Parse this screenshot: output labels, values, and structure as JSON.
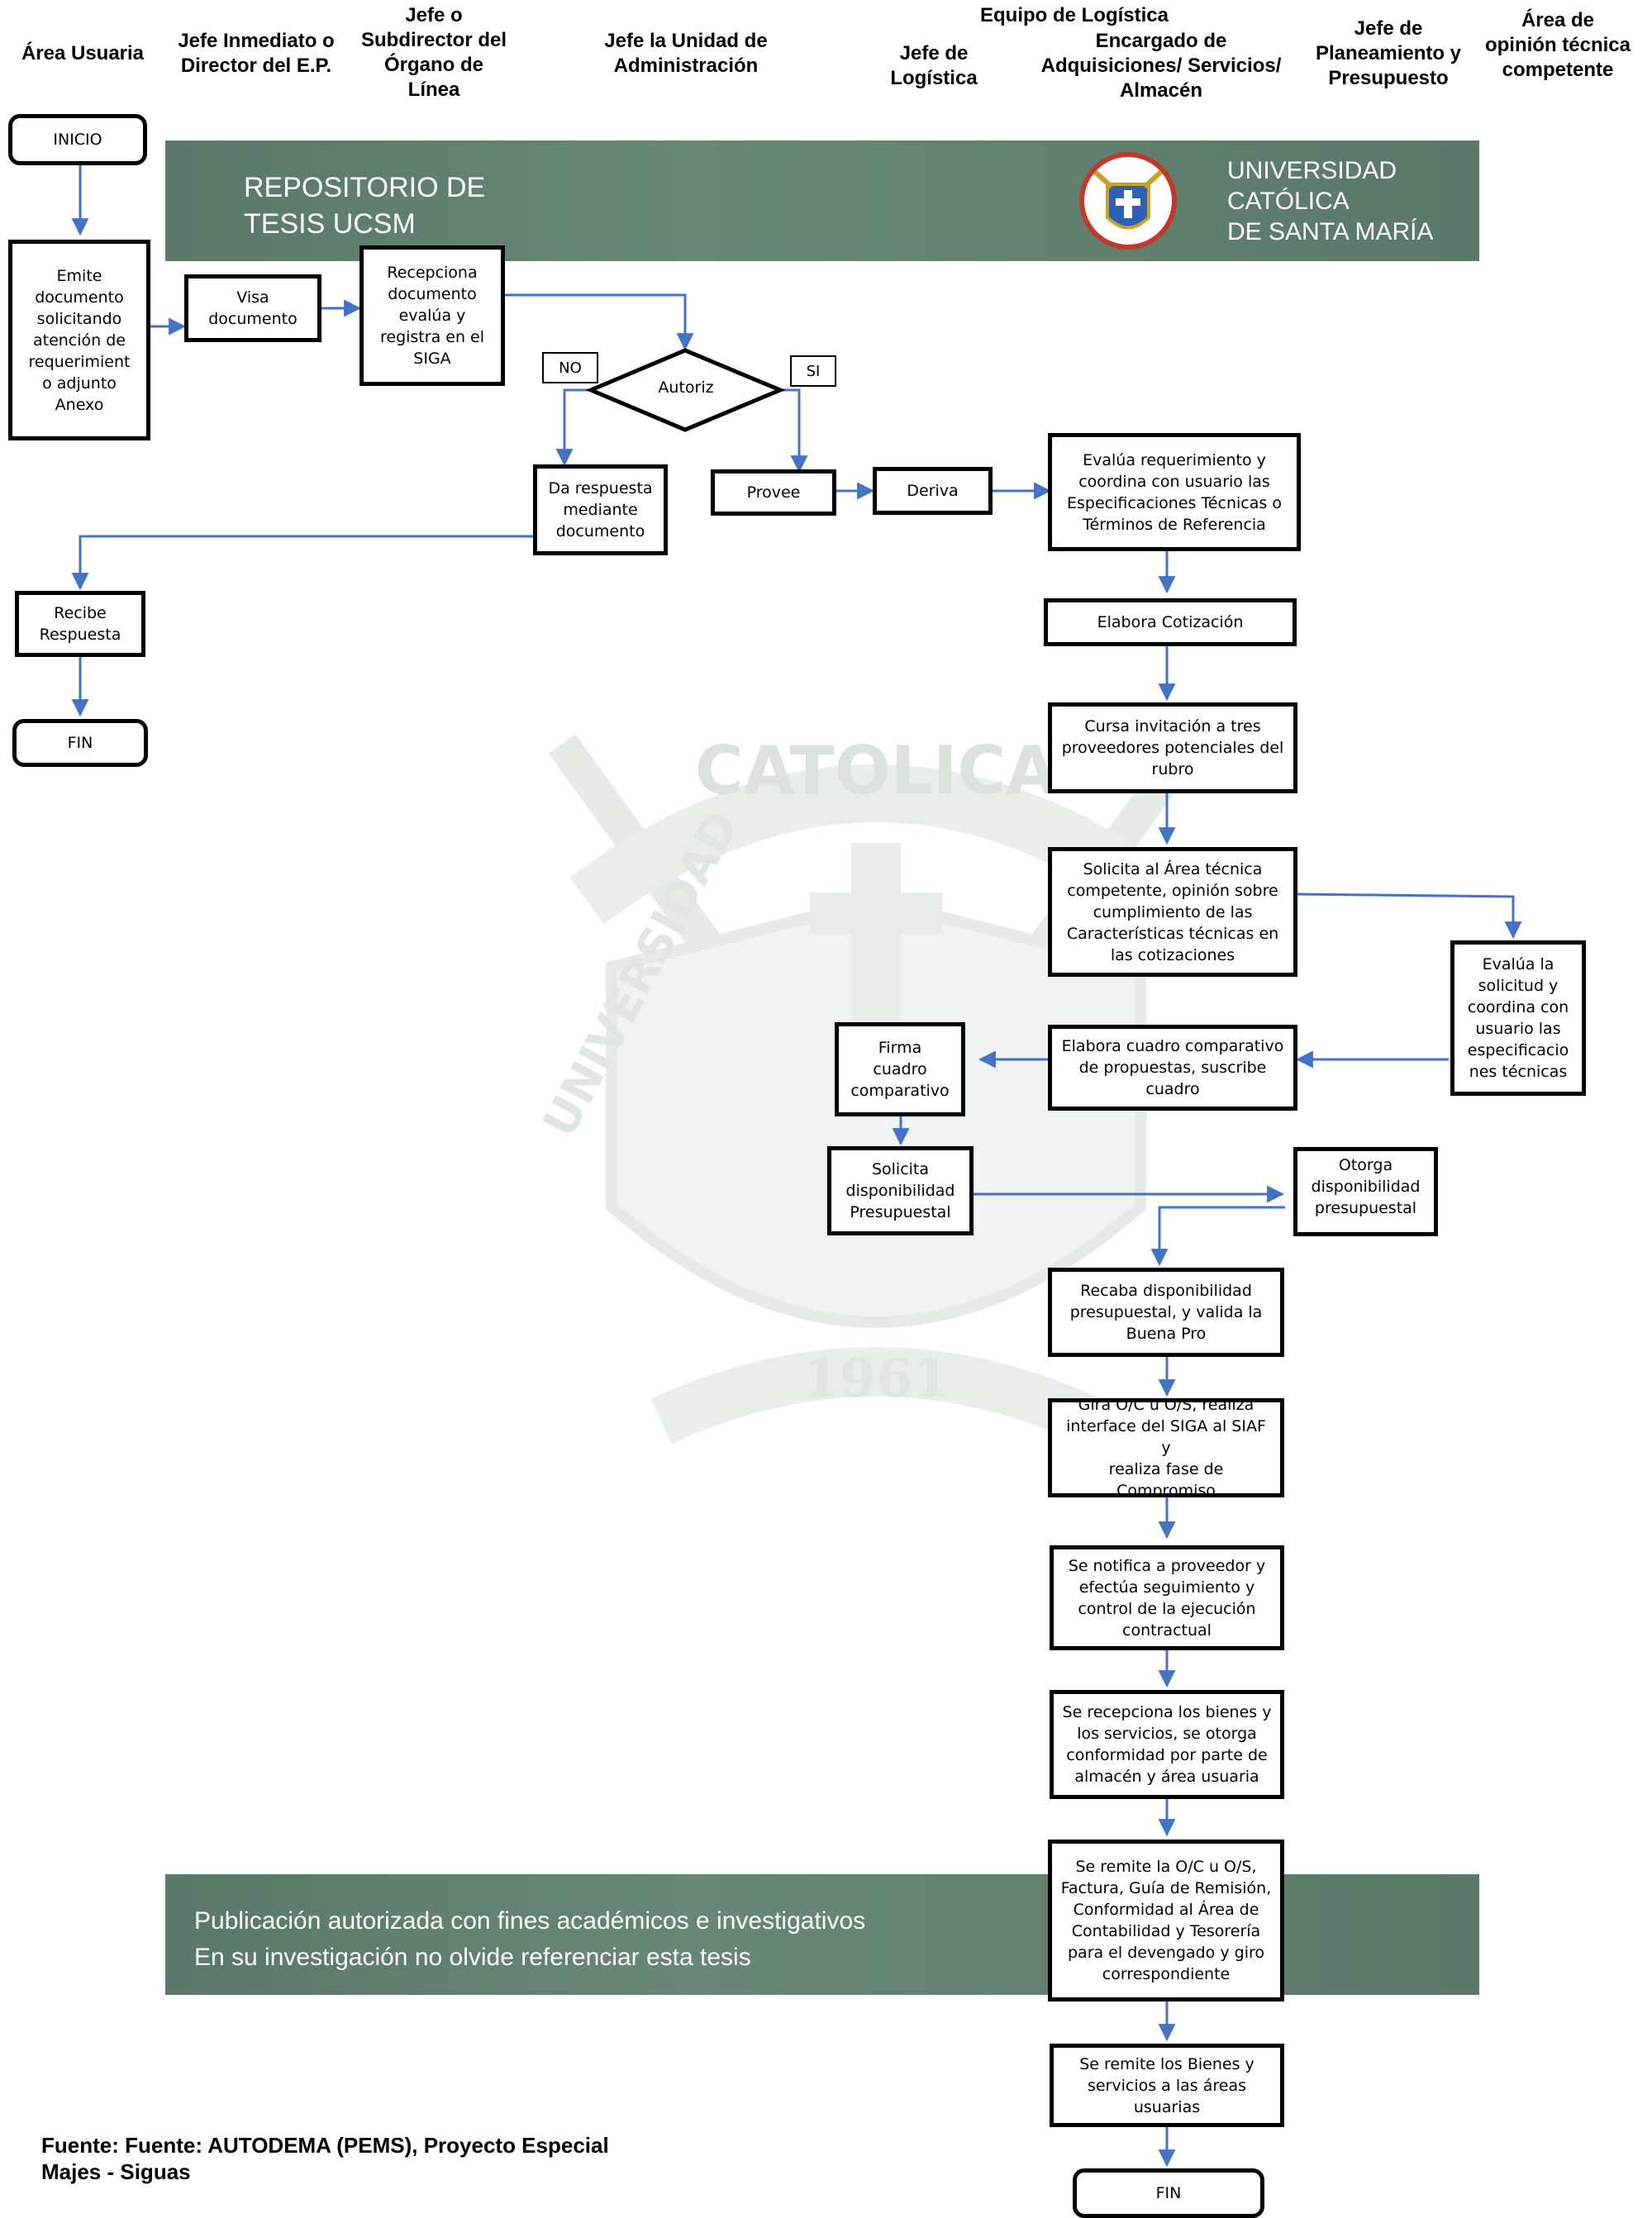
{
  "headers": {
    "area_usuaria": "Área Usuaria",
    "jefe_inmediato": "Jefe Inmediato o\nDirector del E.P.",
    "jefe_subdirector": "Jefe o\nSubdirector del\nÓrgano de\nLínea",
    "jefe_unidad": "Jefe la Unidad de\nAdministración",
    "equipo_logistica": "Equipo de Logística",
    "jefe_logistica": "Jefe de\nLogística",
    "encargado": "Encargado de\nAdquisiciones/ Servicios/\nAlmacén",
    "jefe_planeamiento": "Jefe de\nPlaneamiento y\nPresupuesto",
    "area_opinion": "Área de\nopinión técnica\ncompetente"
  },
  "banner_top": {
    "title": "REPOSITORIO DE\nTESIS UCSM",
    "university": "UNIVERSIDAD\nCATÓLICA\nDE SANTA MARÍA"
  },
  "banner_bottom": {
    "line1": "Publicación autorizada con fines académicos e investigativos",
    "line2": "En su investigación no olvide referenciar esta tesis"
  },
  "watermark": {
    "top_text": "CATOLICA",
    "left_text": "UNIVERSIDAD",
    "year": "1961"
  },
  "nodes": {
    "inicio": "INICIO",
    "emite": "Emite\ndocumento\nsolicitando\natención de\nrequerimient\no adjunto\nAnexo",
    "visa": "Visa\ndocumento",
    "recepciona": "Recepciona\ndocumento\nevalúa y\nregistra en el\nSIGA",
    "autoriz": "Autoriz",
    "no": "NO",
    "si": "SI",
    "da_respuesta": "Da respuesta\nmediante\ndocumento",
    "provee": "Provee",
    "deriva": "Deriva",
    "recibe": "Recibe\nRespuesta",
    "fin1": "FIN",
    "evalua_req": "Evalúa requerimiento y\ncoordina con usuario las\nEspecificaciones Técnicas o\nTérminos de Referencia",
    "elabora_cot": "Elabora Cotización",
    "cursa": "Cursa invitación a tres\nproveedores potenciales del\nrubro",
    "solicita_area": "Solicita al Área técnica\ncompetente, opinión sobre\ncumplimiento de las\nCaracterísticas técnicas en\nlas cotizaciones",
    "evalua_sol": "Evalúa la\nsolicitud y\ncoordina con\nusuario las\nespecificacio\nnes técnicas",
    "elabora_cuadro": "Elabora cuadro comparativo\nde propuestas, suscribe\ncuadro",
    "firma": "Firma\ncuadro\ncomparativo",
    "solicita_disp": "Solicita\ndisponibilidad\nPresupuestal",
    "otorga": "Otorga\ndisponibilidad\npresupuestal",
    "recaba": "Recaba disponibilidad\npresupuestal, y valida la\nBuena Pro",
    "gira": "Gira O/C u O/S, realiza\ninterface del SIGA al SIAF y\nrealiza fase de Compromiso",
    "notifica": "Se notifica a proveedor y\nefectúa seguimiento y\ncontrol de la ejecución\ncontractual",
    "recepciona_bienes": "Se recepciona los bienes y\nlos servicios, se otorga\nconformidad por parte de\nalmacén y área usuaria",
    "remite_oc": "Se remite la O/C u O/S,\nFactura, Guía de Remisión,\nConformidad al Área de\nContabilidad y Tesorería\npara el devengado y giro\ncorrespondiente",
    "remite_bienes": "Se remite los Bienes y\nservicios a las áreas\nusuarias",
    "fin2": "FIN"
  },
  "source": "Fuente: Fuente: AUTODEMA (PEMS), Proyecto Especial\nMajes - Siguas",
  "colors": {
    "arrow": "#4472c4",
    "banner": "#5f7f6f",
    "watermark": "#c9d3cc"
  }
}
